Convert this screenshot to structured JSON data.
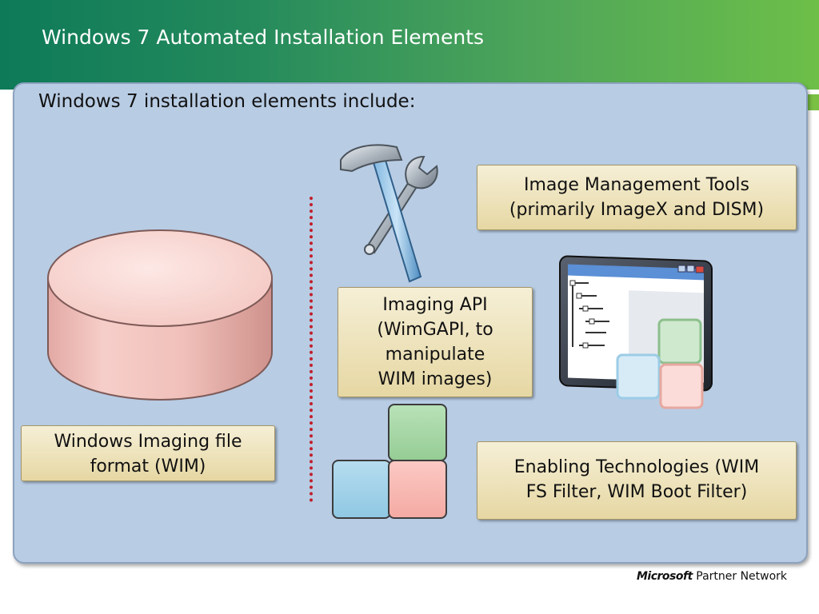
{
  "slide": {
    "title": "Windows 7 Automated Installation Elements",
    "intro": "Windows 7 installation elements include:"
  },
  "elements": {
    "wim": "Windows Imaging file\n  format (WIM)",
    "tools": "Image Management Tools\n(primarily ImageX and DISM)",
    "api": "Imaging API\n  (WimGAPI, to\n  manipulate\n  WIM images)",
    "enabling": "Enabling Technologies (WIM\n  FS Filter, WIM Boot Filter)"
  },
  "icons": {
    "disk": "disk-cylinder-icon",
    "tools": "hammer-wrench-icon",
    "window": "application-window-icon",
    "blocks": "building-blocks-icon"
  },
  "footer": {
    "brand": "Microsoft",
    "network": "Partner Network"
  },
  "colors": {
    "header_start": "#0e7a58",
    "header_end": "#6dbf48",
    "panel": "#b8cce4",
    "label_bg": "#eee4bb",
    "divider": "#c0202a"
  }
}
